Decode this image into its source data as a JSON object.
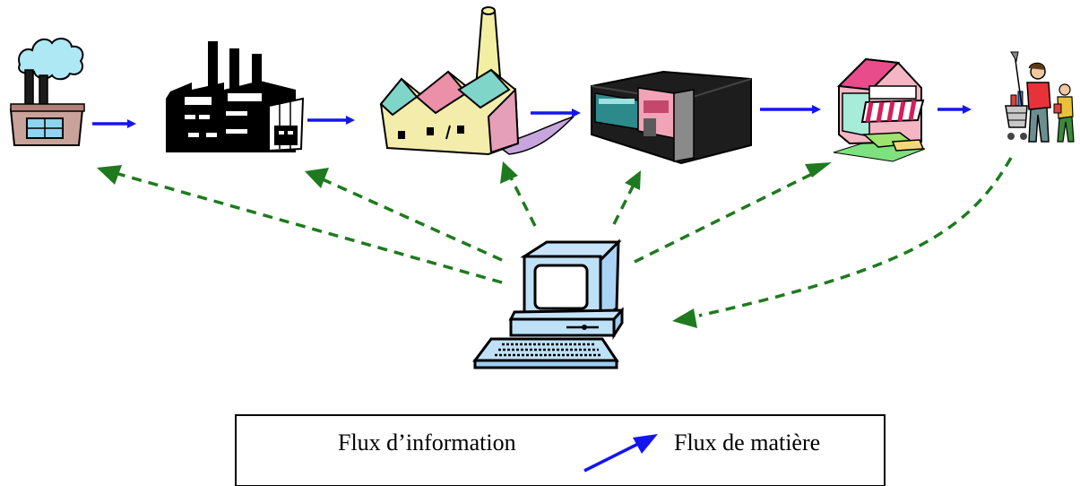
{
  "legend": {
    "info_label": "Flux d’information",
    "material_label": "Flux de matière"
  },
  "colors": {
    "information_flow": "#1f7a1f",
    "material_flow": "#1515ee",
    "stroke": "#000000"
  },
  "nodes": [
    {
      "id": "small-factory",
      "icon": "small-factory-icon"
    },
    {
      "id": "industrial-plant",
      "icon": "industrial-plant-icon"
    },
    {
      "id": "sawtooth-factory",
      "icon": "sawtooth-factory-icon"
    },
    {
      "id": "warehouse",
      "icon": "warehouse-icon"
    },
    {
      "id": "retail-store",
      "icon": "retail-store-icon"
    },
    {
      "id": "customers",
      "icon": "customers-icon"
    },
    {
      "id": "computer",
      "icon": "computer-icon"
    }
  ],
  "material_flows": [
    {
      "from": "small-factory",
      "to": "industrial-plant"
    },
    {
      "from": "industrial-plant",
      "to": "sawtooth-factory"
    },
    {
      "from": "sawtooth-factory",
      "to": "warehouse"
    },
    {
      "from": "warehouse",
      "to": "retail-store"
    },
    {
      "from": "retail-store",
      "to": "customers"
    }
  ],
  "information_flows": [
    {
      "from": "computer",
      "to": "small-factory"
    },
    {
      "from": "computer",
      "to": "industrial-plant"
    },
    {
      "from": "computer",
      "to": "sawtooth-factory"
    },
    {
      "from": "computer",
      "to": "warehouse"
    },
    {
      "from": "computer",
      "to": "retail-store"
    },
    {
      "from": "customers",
      "to": "computer"
    }
  ]
}
